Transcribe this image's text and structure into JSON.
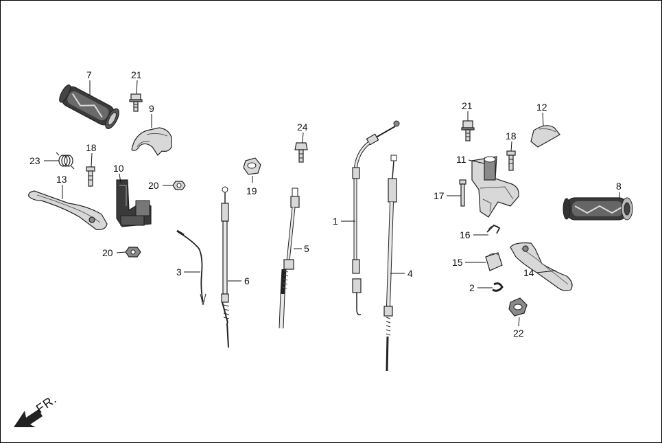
{
  "direction": {
    "label": "FR."
  },
  "callouts": [
    {
      "id": "c7",
      "text": "7"
    },
    {
      "id": "c21a",
      "text": "21"
    },
    {
      "id": "c9",
      "text": "9"
    },
    {
      "id": "c18a",
      "text": "18"
    },
    {
      "id": "c23",
      "text": "23"
    },
    {
      "id": "c10",
      "text": "10"
    },
    {
      "id": "c13",
      "text": "13"
    },
    {
      "id": "c20a",
      "text": "20"
    },
    {
      "id": "c20b",
      "text": "20"
    },
    {
      "id": "c3",
      "text": "3"
    },
    {
      "id": "c6",
      "text": "6"
    },
    {
      "id": "c19",
      "text": "19"
    },
    {
      "id": "c24",
      "text": "24"
    },
    {
      "id": "c5",
      "text": "5"
    },
    {
      "id": "c1",
      "text": "1"
    },
    {
      "id": "c4",
      "text": "4"
    },
    {
      "id": "c21b",
      "text": "21"
    },
    {
      "id": "c12",
      "text": "12"
    },
    {
      "id": "c18b",
      "text": "18"
    },
    {
      "id": "c11",
      "text": "11"
    },
    {
      "id": "c17",
      "text": "17"
    },
    {
      "id": "c8",
      "text": "8"
    },
    {
      "id": "c16",
      "text": "16"
    },
    {
      "id": "c15",
      "text": "15"
    },
    {
      "id": "c14",
      "text": "14"
    },
    {
      "id": "c2",
      "text": "2"
    },
    {
      "id": "c22",
      "text": "22"
    }
  ]
}
